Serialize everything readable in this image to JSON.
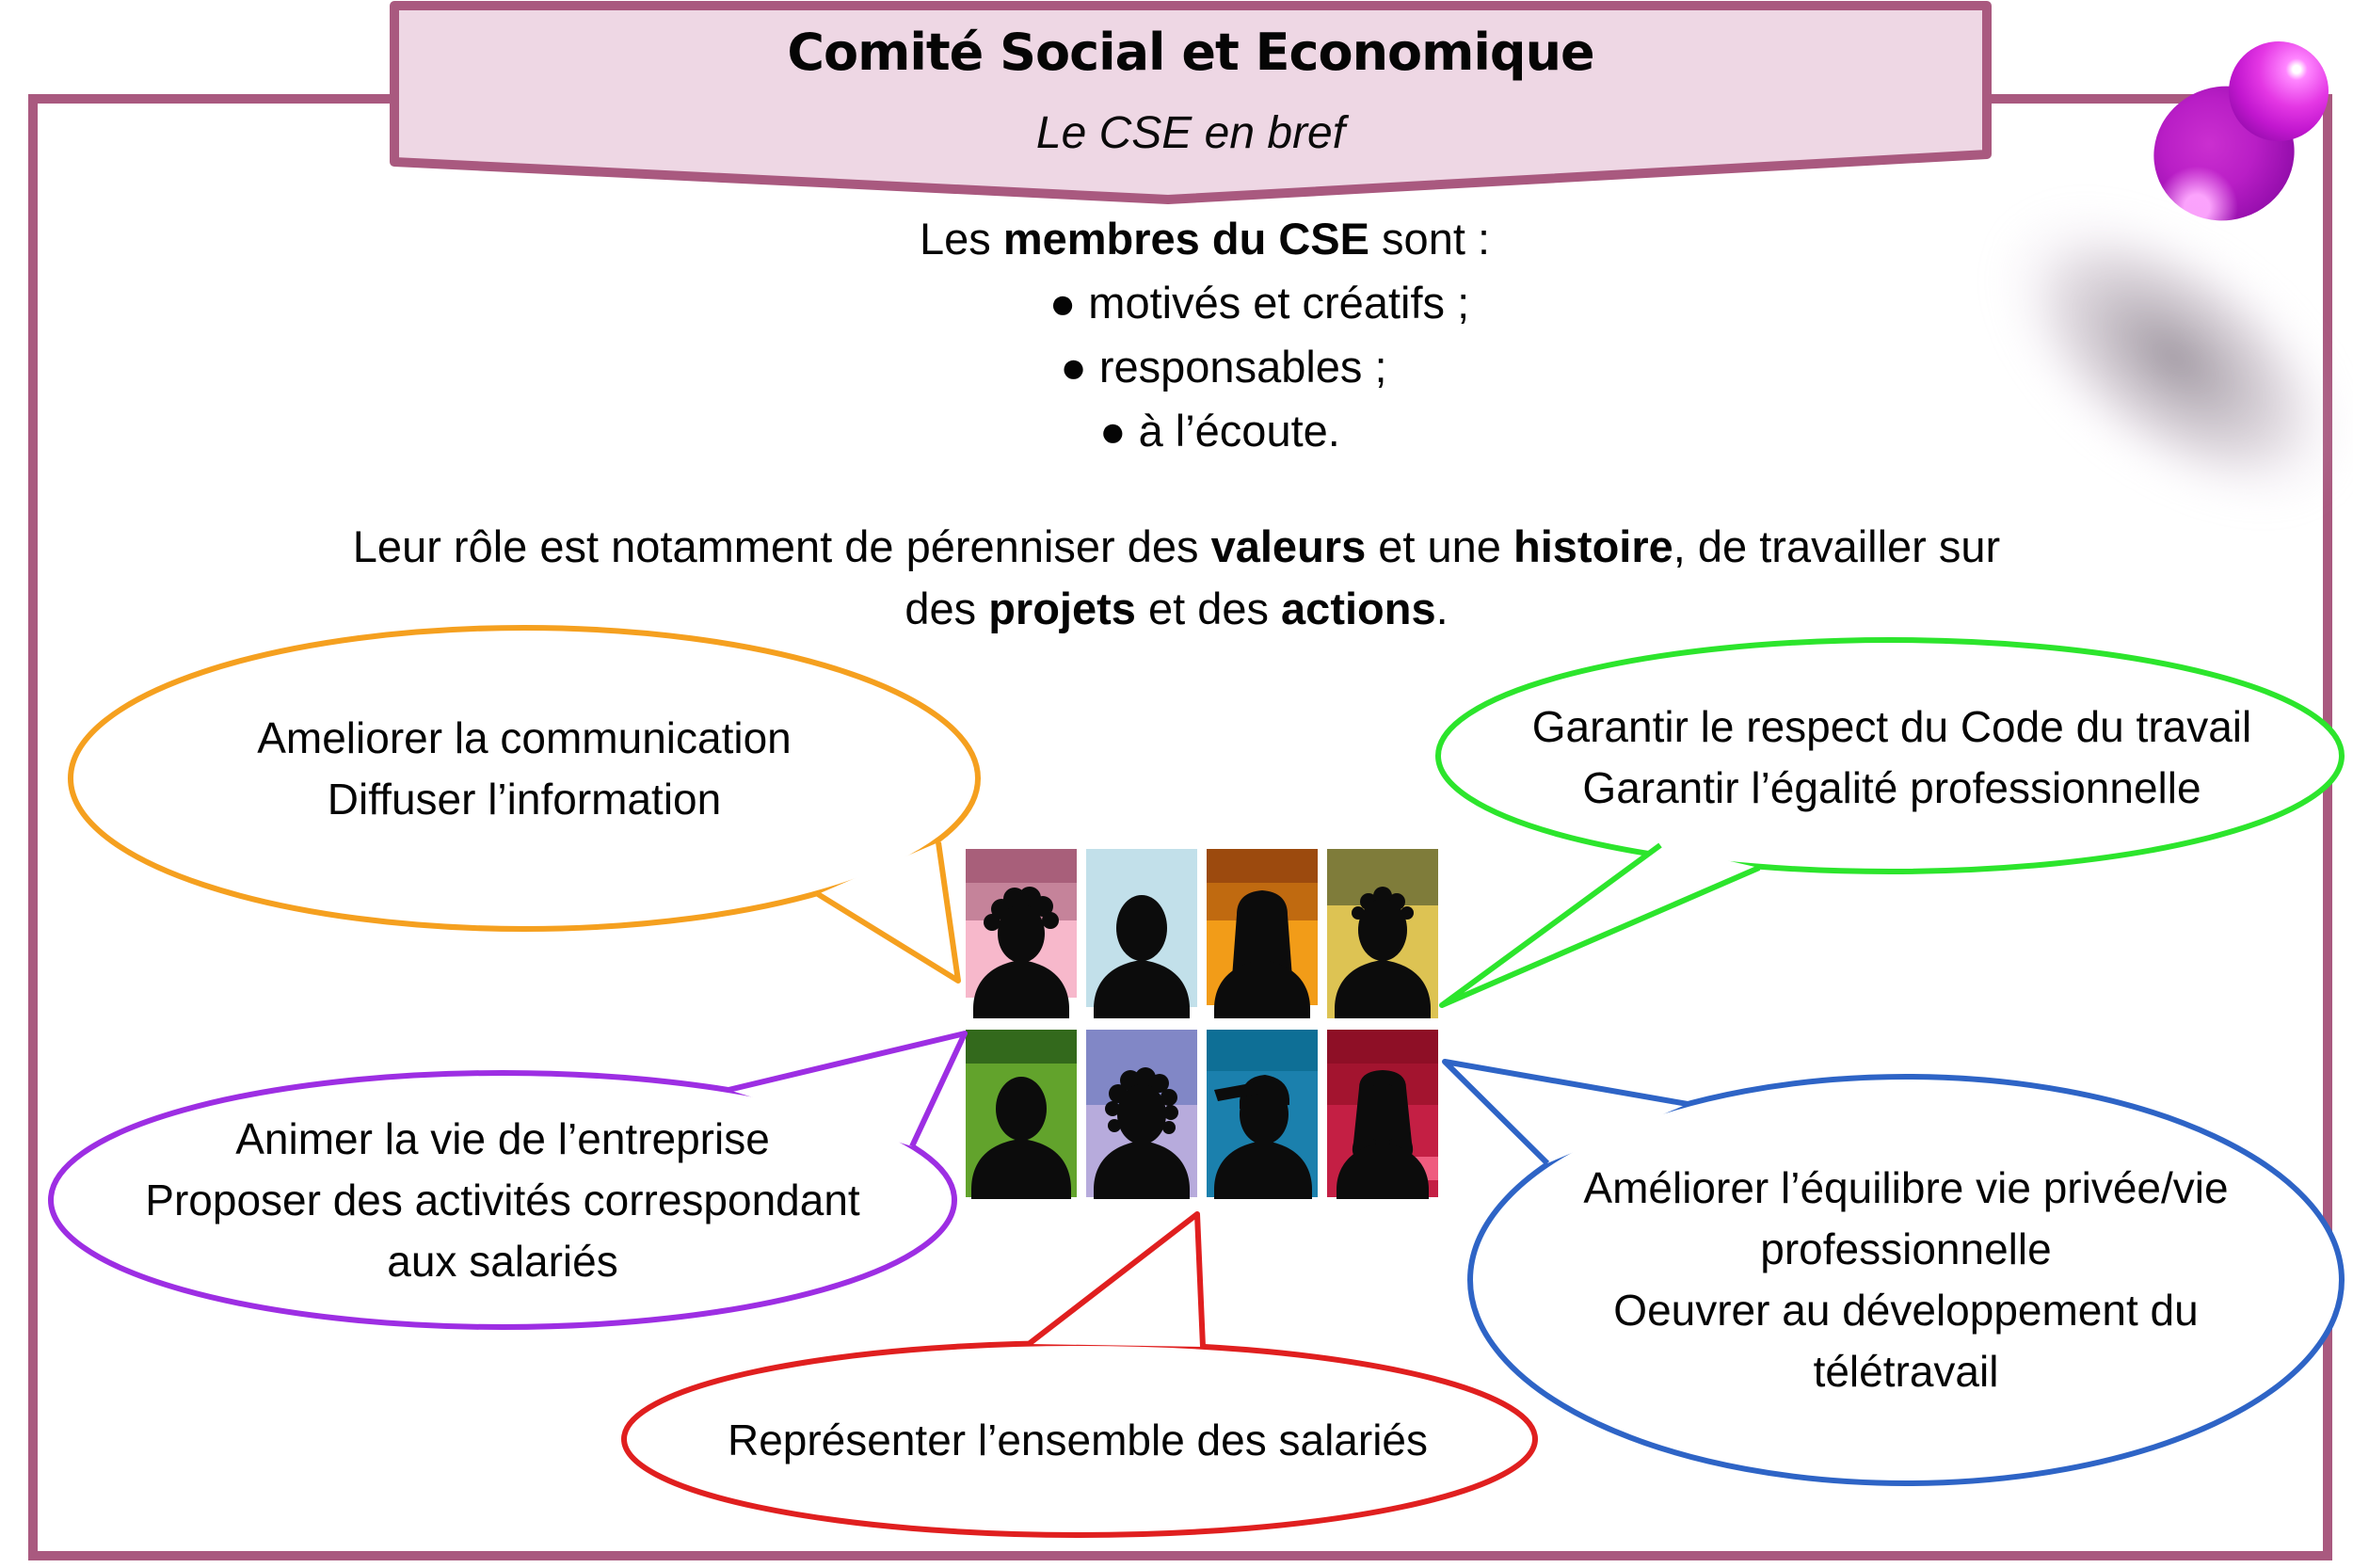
{
  "banner": {
    "title": "Comité Social et Economique",
    "subtitle": "Le CSE en bref",
    "fill": "#eed7e4",
    "border_color": "#a9597f"
  },
  "page": {
    "border_color": "#a9597f",
    "background": "#ffffff"
  },
  "intro": {
    "pre": "Les ",
    "bold": "membres du CSE",
    "post": " sont :",
    "bullets": [
      "● motivés et créatifs ;",
      "● responsables ;",
      "● à l’écoute."
    ]
  },
  "role": {
    "seg1": "Leur rôle est notamment de pérenniser des ",
    "bold1": "valeurs",
    "seg2": " et une ",
    "bold2": "histoire",
    "seg3": ", de travailler sur",
    "seg4": "des ",
    "bold3": "projets",
    "seg5": " et des ",
    "bold4": "actions",
    "seg6": "."
  },
  "bubbles": {
    "orange": {
      "color": "#f5a01f",
      "lines": [
        "Ameliorer la communication",
        "Diffuser l’information"
      ]
    },
    "green": {
      "color": "#2ce52c",
      "lines": [
        "Garantir le respect du Code du travail",
        "Garantir l’égalité professionnelle"
      ]
    },
    "purple": {
      "color": "#9d2ee3",
      "lines": [
        "Animer la vie de l’entreprise",
        "Proposer des activités correspondant",
        "aux salariés"
      ]
    },
    "red": {
      "color": "#e01f1f",
      "lines": [
        "Représenter l’ensemble des salariés"
      ]
    },
    "blue": {
      "color": "#2e64c6",
      "lines": [
        "Améliorer l’équilibre vie privée/vie",
        "professionnelle",
        "Oeuvrer au développement du",
        "télétravail"
      ]
    }
  },
  "tiles": [
    {
      "id": "pink",
      "band": "#a85f7a",
      "mid": "#c5839a",
      "bg": "#f7b8cb"
    },
    {
      "id": "lightblue",
      "band": "#c2e0ea",
      "mid": "#c2e0ea",
      "bg": "#c2e0ea"
    },
    {
      "id": "orange",
      "band": "#9c4a0e",
      "mid": "#c06a10",
      "bg": "#f29c18"
    },
    {
      "id": "olive",
      "band": "#7f7c3a",
      "mid": "#7f7c3a",
      "bg": "#ddc353"
    },
    {
      "id": "green",
      "band": "#33691c",
      "mid": "#62a32c",
      "bg": "#62a32c"
    },
    {
      "id": "periwinkle",
      "band": "#8187c6",
      "mid": "#8187c6",
      "bg": "#b7abdc"
    },
    {
      "id": "teal",
      "band": "#0e6f96",
      "mid": "#1579a5",
      "bg": "#1b80ad"
    },
    {
      "id": "crimson",
      "band": "#8e0f26",
      "mid": "#a3142f",
      "bg": "#c41f44",
      "corner": "#ef5c7f"
    }
  ],
  "pushpin": {
    "color": "#cc22cc"
  },
  "silhouette_color": "#0c0c0c"
}
